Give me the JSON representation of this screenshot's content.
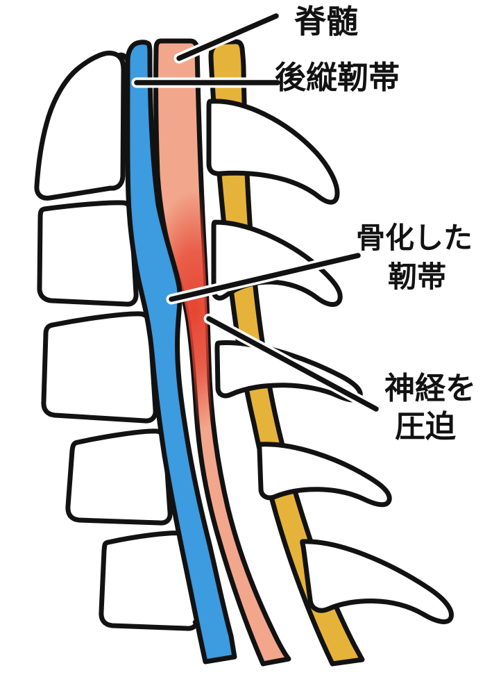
{
  "figure": {
    "description_labels": {
      "spinal_cord": "脊髄",
      "posterior_longitudinal_ligament": "後縦靭帯",
      "ossified_ligament_line1": "骨化した",
      "ossified_ligament_line2": "靭帯",
      "nerve_compression_line1": "神経を",
      "nerve_compression_line2": "圧迫"
    },
    "colors": {
      "ligament_blue": "#3D9BDF",
      "cord_salmon": "#F2A78C",
      "compression_red": "#E5402E",
      "flavum_yellow": "#E6B33A",
      "bone_white": "#FFFFFF",
      "outline_black": "#121212",
      "background": "#FFFFFF"
    }
  }
}
